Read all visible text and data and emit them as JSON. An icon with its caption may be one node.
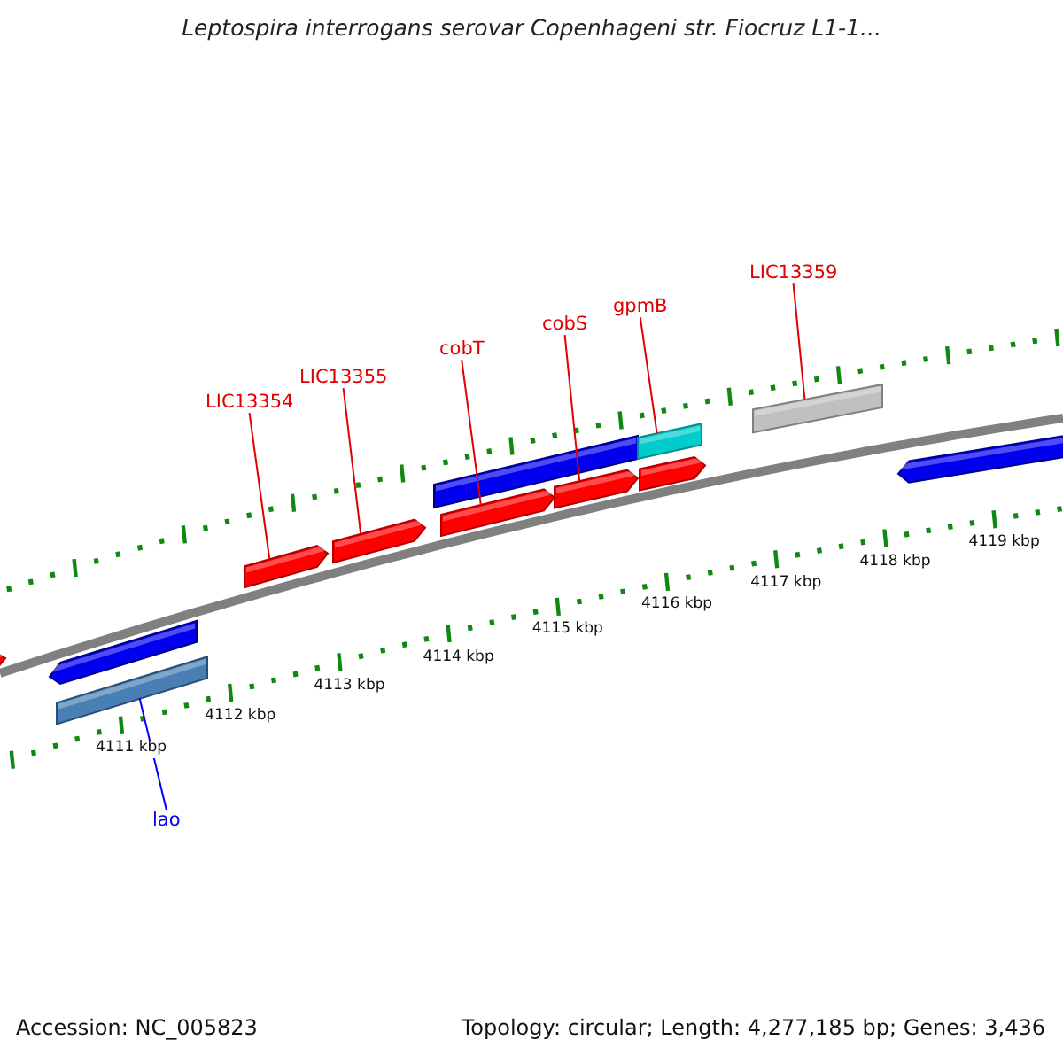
{
  "diagram": {
    "title": "Leptospira interrogans serovar Copenhageni str. Fiocruz L1-1...",
    "nodes": [
      {
        "text": [
          "LIC13354"
        ]
      },
      {
        "text": [
          "LIC13355"
        ]
      },
      {
        "text": [
          "cobT"
        ]
      },
      {
        "text": [
          "cobS"
        ]
      },
      {
        "text": [
          "gpmB"
        ]
      },
      {
        "text": [
          "LIC13359"
        ]
      },
      {
        "text": [
          "lao"
        ]
      },
      {
        "text": [],
        "shape": "bar"
      },
      {
        "text": [],
        "shape": "bar"
      },
      {
        "text": [],
        "shape": "bar"
      },
      {
        "text": [],
        "shape": "bar"
      },
      {
        "text": [],
        "shape": "bar"
      },
      {
        "text": [],
        "shape": "bar"
      },
      {
        "text": [],
        "shape": "bar"
      }
    ],
    "edges": [
      {
        "from": 0,
        "to": 7,
        "arrow": "none"
      },
      {
        "from": 1,
        "to": 8,
        "arrow": "none"
      },
      {
        "from": 2,
        "to": 9,
        "arrow": "none"
      },
      {
        "from": 3,
        "to": 10,
        "arrow": "none"
      },
      {
        "from": 4,
        "to": 11,
        "arrow": "none"
      },
      {
        "from": 5,
        "to": 12,
        "arrow": "none"
      },
      {
        "from": 6,
        "to": 13,
        "arrow": "none",
        "color": "#0000ff"
      }
    ],
    "labels": [
      "4111 kbp",
      "4112 kbp",
      "4113 kbp",
      "4114 kbp",
      "4115 kbp",
      "4116 kbp",
      "4117 kbp",
      "4118 kbp",
      "4119 kbp",
      "Accession: NC_005823",
      "Topology: circular; Length: 4,277,185 bp; Genes: 3,436"
    ]
  }
}
